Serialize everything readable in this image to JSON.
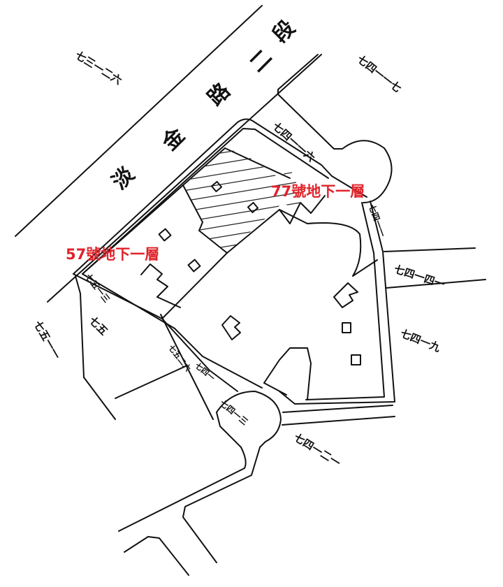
{
  "map": {
    "type": "cadastral site plan (hand-drawn)",
    "road": {
      "chars": [
        "淡",
        "金",
        "路",
        "二",
        "段"
      ],
      "name": "淡金路二段"
    },
    "parcels": [
      {
        "id": "p1",
        "label": "七三一二六"
      },
      {
        "id": "p2",
        "label": "七四一一七"
      },
      {
        "id": "p3",
        "label": "七四一一六"
      },
      {
        "id": "p4",
        "label": "七四一一"
      },
      {
        "id": "p5",
        "label": "七四一四一"
      },
      {
        "id": "p6",
        "label": "七四一九"
      },
      {
        "id": "p7",
        "label": "七四一二一"
      },
      {
        "id": "p8",
        "label": "七四一三"
      },
      {
        "id": "p9",
        "label": "七五一三"
      },
      {
        "id": "p10",
        "label": "七五"
      },
      {
        "id": "p11",
        "label": "七五一一"
      },
      {
        "id": "p12",
        "label": "七五二六"
      },
      {
        "id": "p13",
        "label": "七四一"
      }
    ],
    "annotations": [
      {
        "id": "a57",
        "text": "57號地下一層",
        "color": "#e0232b"
      },
      {
        "id": "a77",
        "text": "77號地下一層",
        "color": "#e0232b"
      }
    ],
    "hatched_area": "77號地下一層 footprint"
  }
}
